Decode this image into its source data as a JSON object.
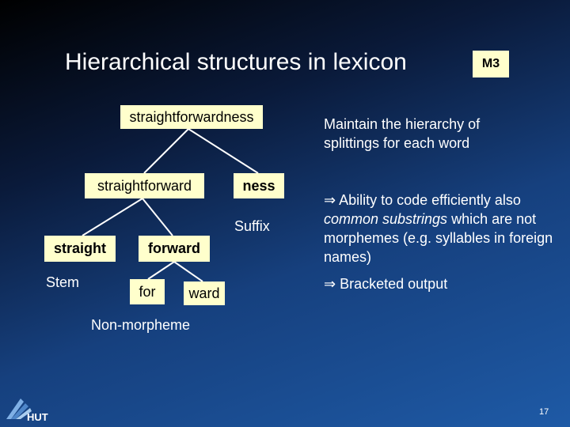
{
  "slide": {
    "title": "Hierarchical structures in lexicon",
    "badge": "M3",
    "page_number": "17",
    "logo_text": "HUT"
  },
  "tree": {
    "root": "straightforwardness",
    "level1_left": "straightforward",
    "level1_right": "ness",
    "level2_left": "straight",
    "level2_right": "forward",
    "level3_left": "for",
    "level3_right": "ward"
  },
  "labels": {
    "suffix": "Suffix",
    "stem": "Stem",
    "non_morpheme": "Non-morpheme"
  },
  "right_panel": {
    "line1": "Maintain the hierarchy of splittings for each word",
    "bullet1_symbol": "⇒",
    "bullet1_pre": "Ability to code efficiently also ",
    "bullet1_italic": "common substrings",
    "bullet1_post": " which are not morphemes (e.g. syllables in foreign names)",
    "bullet2_symbol": "⇒",
    "bullet2_text": "Bracketed output"
  },
  "colors": {
    "node_fill": "#ffffcc",
    "text": "#ffffff"
  }
}
